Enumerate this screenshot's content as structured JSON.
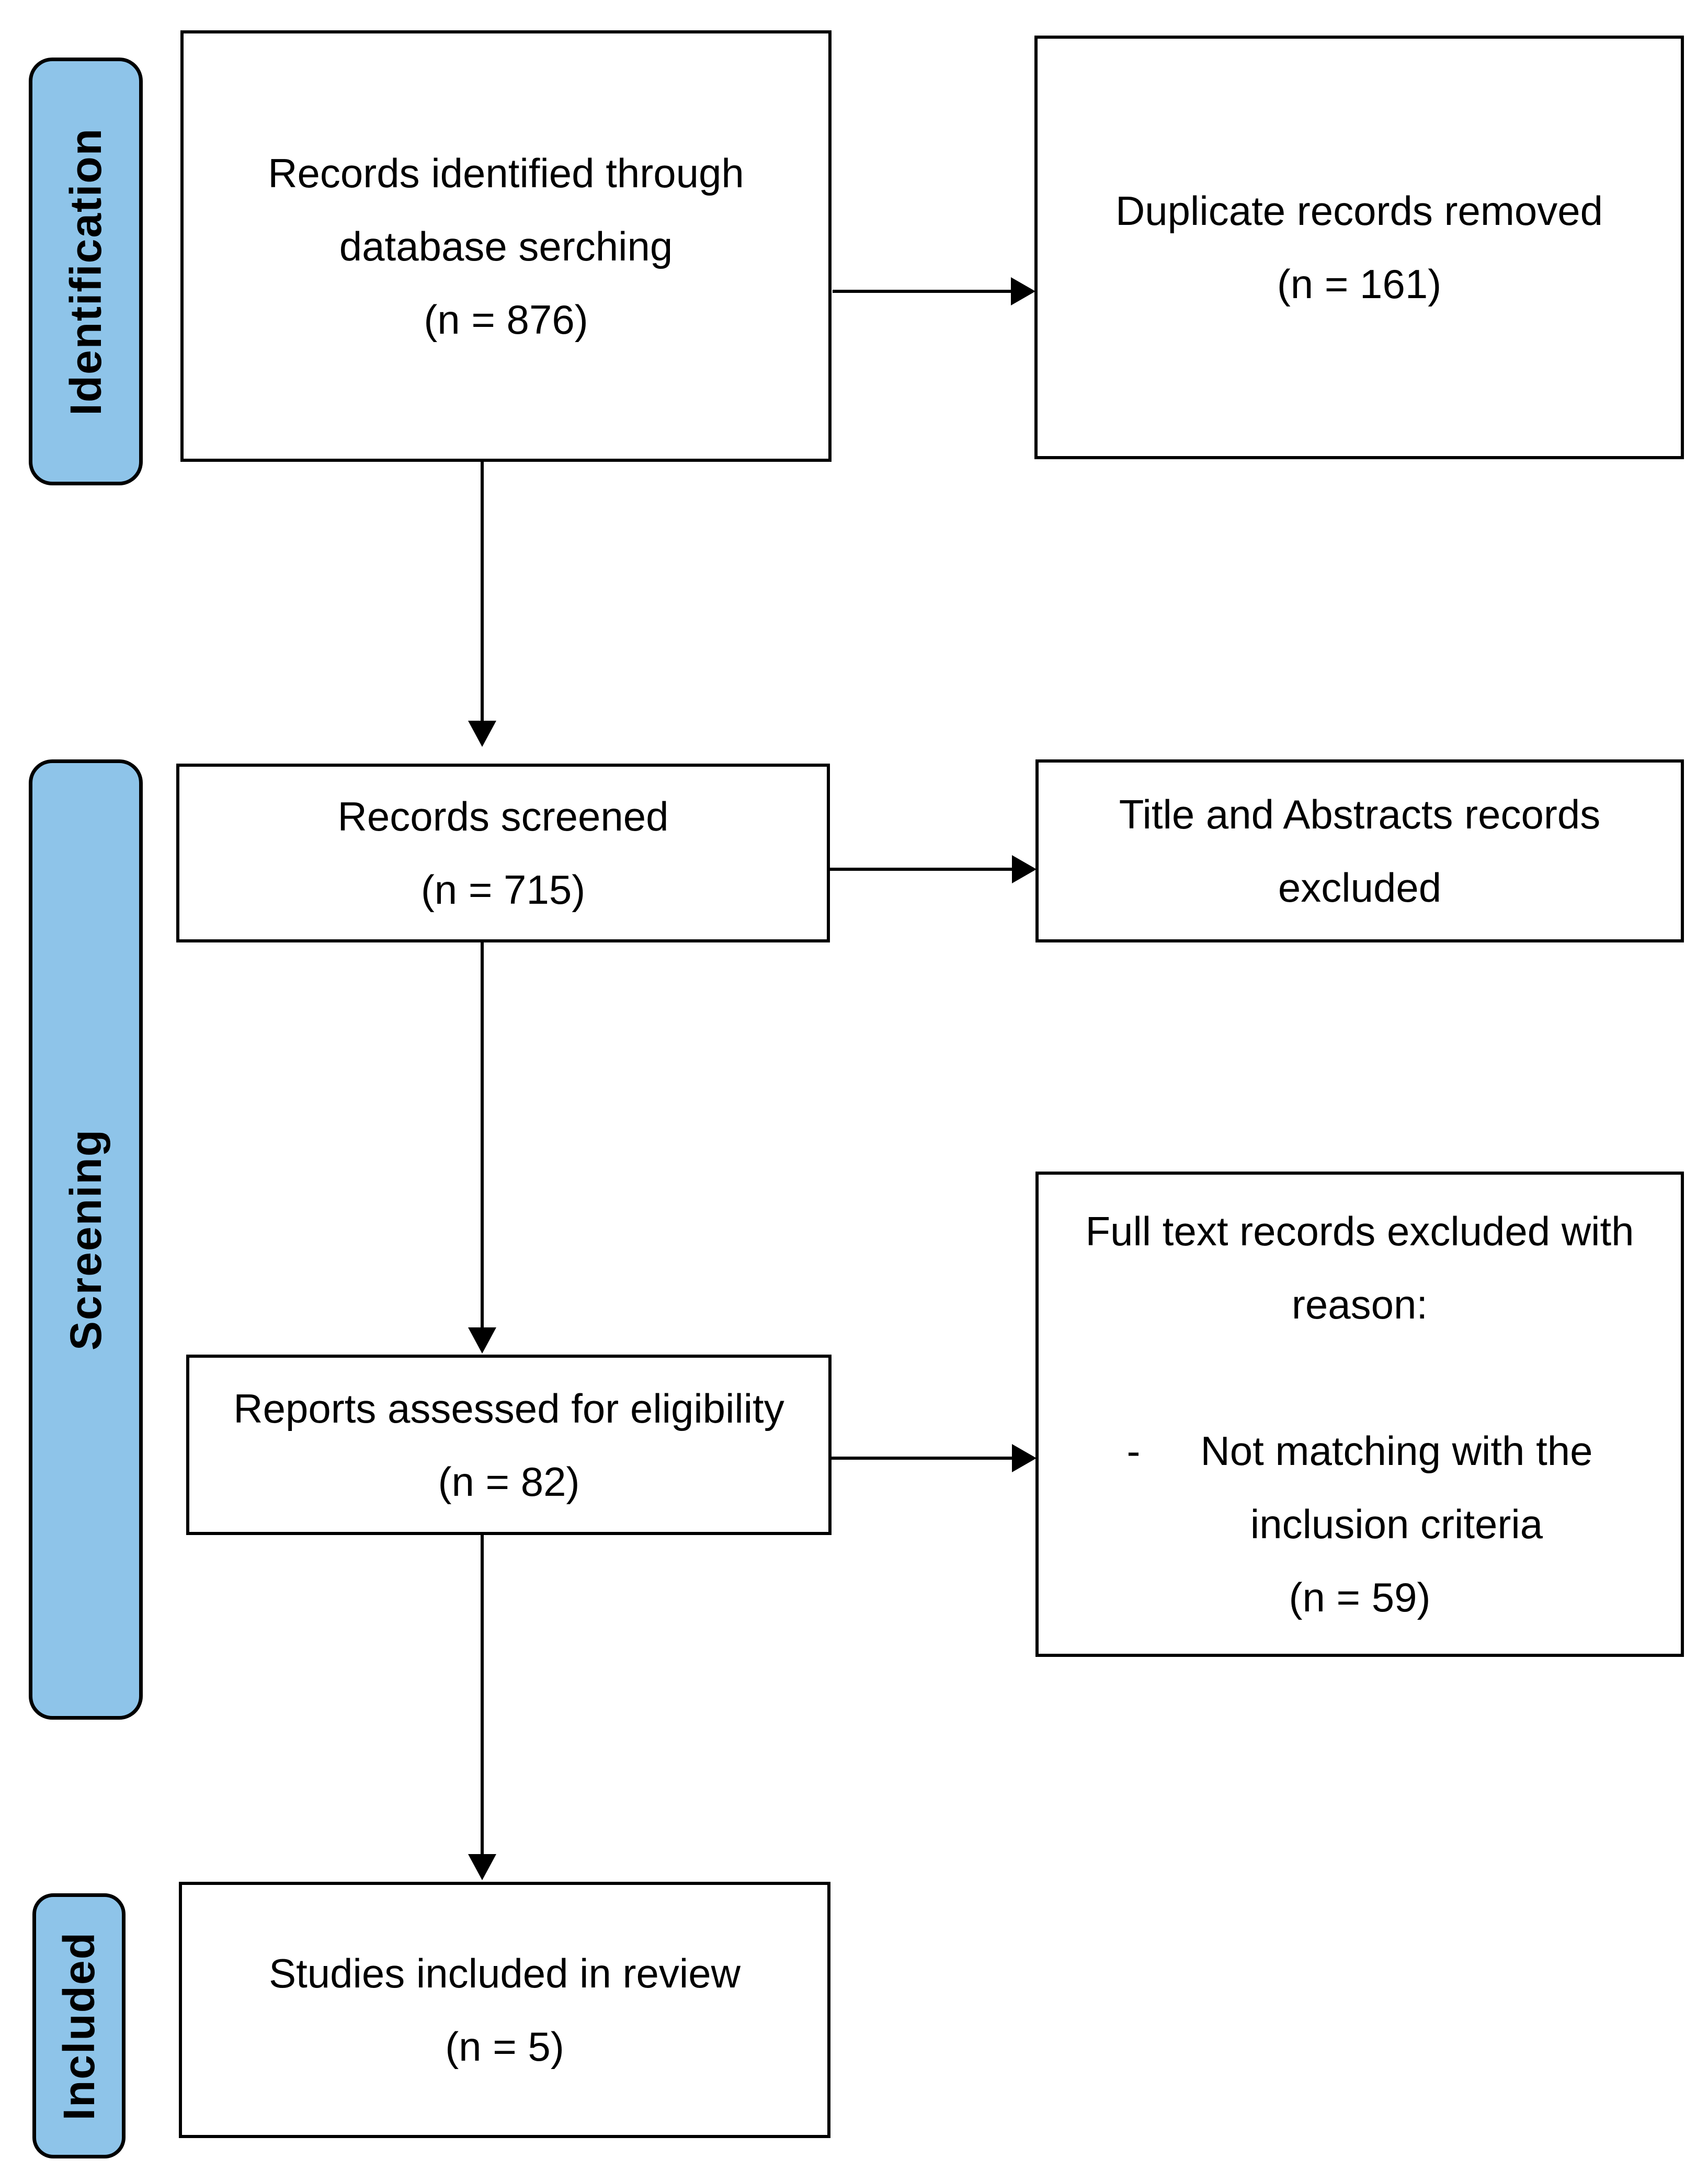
{
  "figure": {
    "type": "prisma-flow-diagram",
    "stages": [
      {
        "label": "Identification"
      },
      {
        "label": "Screening"
      },
      {
        "label": "Included"
      }
    ],
    "boxes": {
      "identified": {
        "lines": [
          "Records identified through",
          "database serching",
          "(n = 876)"
        ]
      },
      "duplicates_removed": {
        "lines": [
          "Duplicate records removed",
          "(n = 161)"
        ]
      },
      "screened": {
        "lines": [
          "Records screened",
          "(n = 715)"
        ]
      },
      "title_abstract_excluded": {
        "lines": [
          "Title and Abstracts records",
          "excluded"
        ]
      },
      "assessed": {
        "lines": [
          "Reports assessed for eligibility",
          "(n = 82)"
        ]
      },
      "fulltext_excluded": {
        "header_lines": [
          "Full text records excluded with",
          "reason:"
        ],
        "bullet_marker": "-",
        "bullet_lines": [
          "Not matching with the",
          "inclusion criteria"
        ],
        "count": "(n = 59)"
      },
      "included": {
        "lines": [
          "Studies included in review",
          "(n = 5)"
        ]
      }
    },
    "colors": {
      "stage_fill": "#8EC4E9",
      "stage_border": "#000000",
      "box_fill": "#FFFFFF",
      "box_border": "#000000",
      "arrow": "#000000",
      "text": "#000000"
    }
  }
}
